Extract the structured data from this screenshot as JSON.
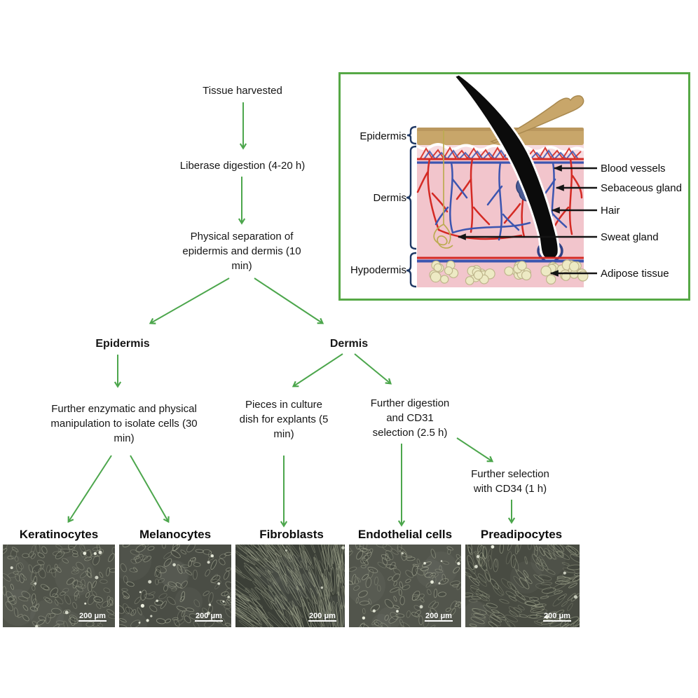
{
  "flowchart": {
    "nodes": {
      "tissue_harvested": "Tissue harvested",
      "liberase": "Liberase digestion (4-20 h)",
      "physical_separation": "Physical separation of\nepidermis and dermis (10\nmin)",
      "epidermis": "Epidermis",
      "dermis": "Dermis",
      "further_enzymatic": "Further enzymatic and physical\nmanipulation to isolate cells (30\nmin)",
      "pieces_explants": "Pieces in culture\ndish for explants (5\nmin)",
      "further_digestion": "Further digestion\nand CD31\nselection (2.5 h)",
      "further_selection": "Further selection\nwith CD34 (1 h)"
    }
  },
  "inset": {
    "layer_labels": [
      "Epidermis",
      "Dermis",
      "Hypodermis"
    ],
    "structure_labels": [
      "Blood vessels",
      "Sebaceous gland",
      "Hair",
      "Sweat gland",
      "Adipose tissue"
    ]
  },
  "cells": [
    {
      "label": "Keratinocytes",
      "scale_label": "200 μm"
    },
    {
      "label": "Melanocytes",
      "scale_label": "200 μm"
    },
    {
      "label": "Fibroblasts",
      "scale_label": "200 μm"
    },
    {
      "label": "Endothelial cells",
      "scale_label": "200 μm"
    },
    {
      "label": "Preadipocytes",
      "scale_label": "200 μm"
    }
  ],
  "theme": {
    "arrow_green": "#4CA64C",
    "inset_border_green": "#56A846",
    "bracket_navy": "#1F3864",
    "black_arrow": "#141414",
    "dermis_pink": "#F2C5CC",
    "epidermis_tan": "#C8A66A",
    "vessel_red": "#D42A24",
    "vessel_blue": "#3C55B0",
    "adipose_cream": "#EDEAC4",
    "sweat_olive": "#BCAB51",
    "sebaceous_blue": "#4B5C95"
  }
}
